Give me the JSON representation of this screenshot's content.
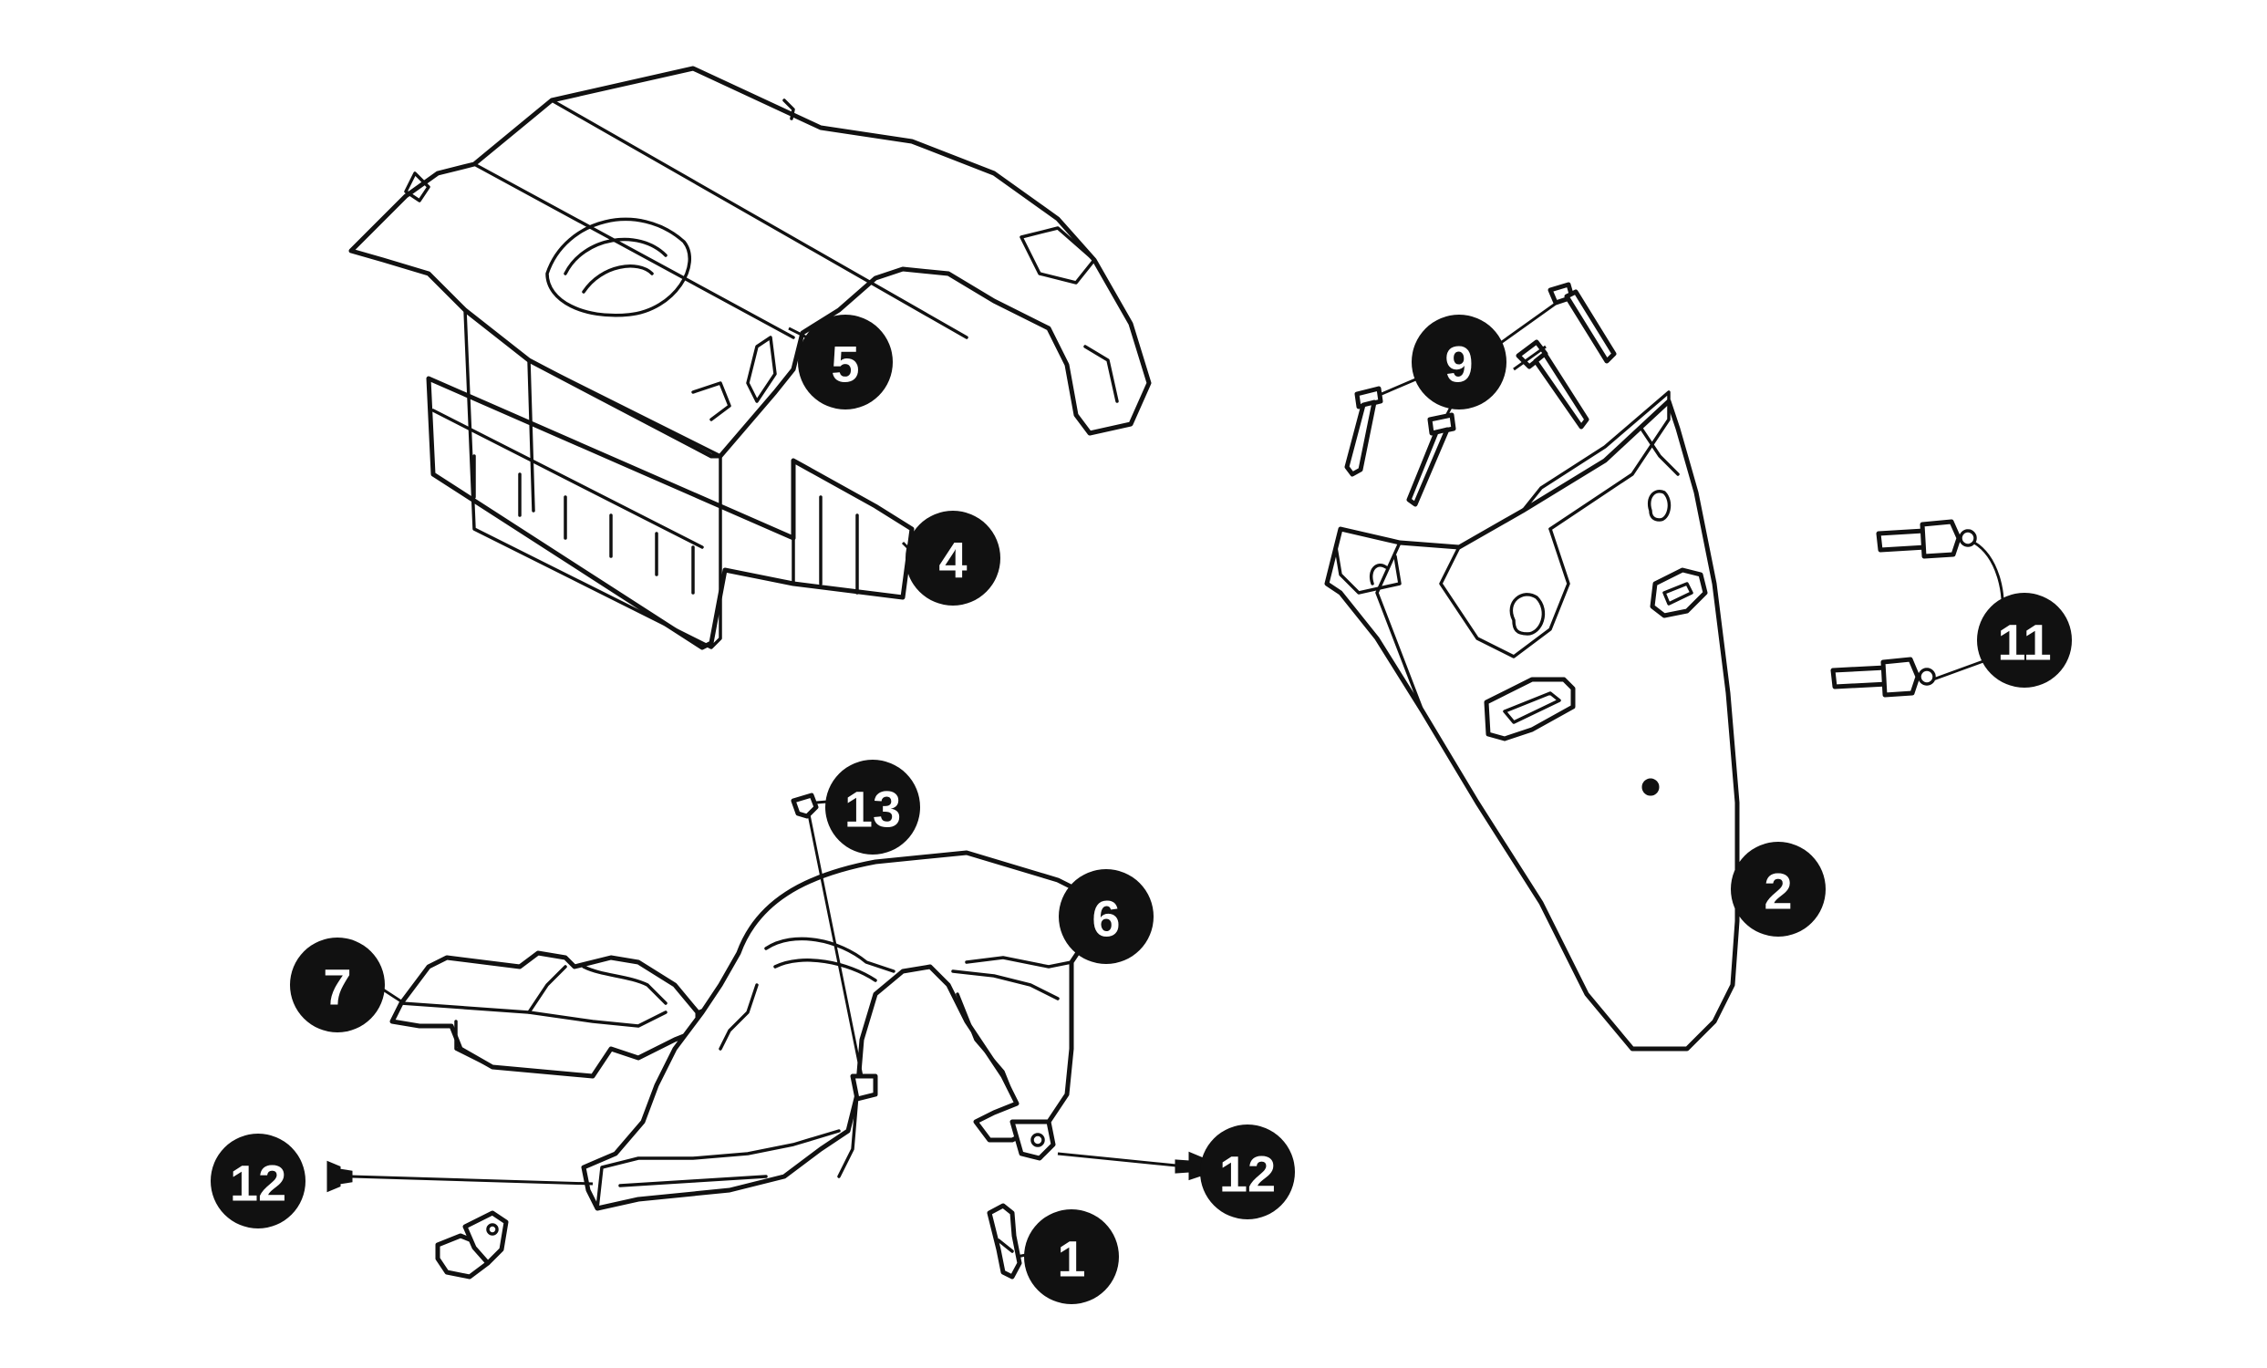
{
  "diagram": {
    "callouts": [
      {
        "id": "c5",
        "label": "5"
      },
      {
        "id": "c4",
        "label": "4"
      },
      {
        "id": "c9",
        "label": "9"
      },
      {
        "id": "c11",
        "label": "11"
      },
      {
        "id": "c2",
        "label": "2"
      },
      {
        "id": "c13",
        "label": "13"
      },
      {
        "id": "c6",
        "label": "6"
      },
      {
        "id": "c7",
        "label": "7"
      },
      {
        "id": "c12a",
        "label": "12"
      },
      {
        "id": "c12b",
        "label": "12"
      },
      {
        "id": "c1",
        "label": "1"
      }
    ],
    "colors": {
      "ink": "#111111",
      "paper": "#ffffff"
    }
  }
}
